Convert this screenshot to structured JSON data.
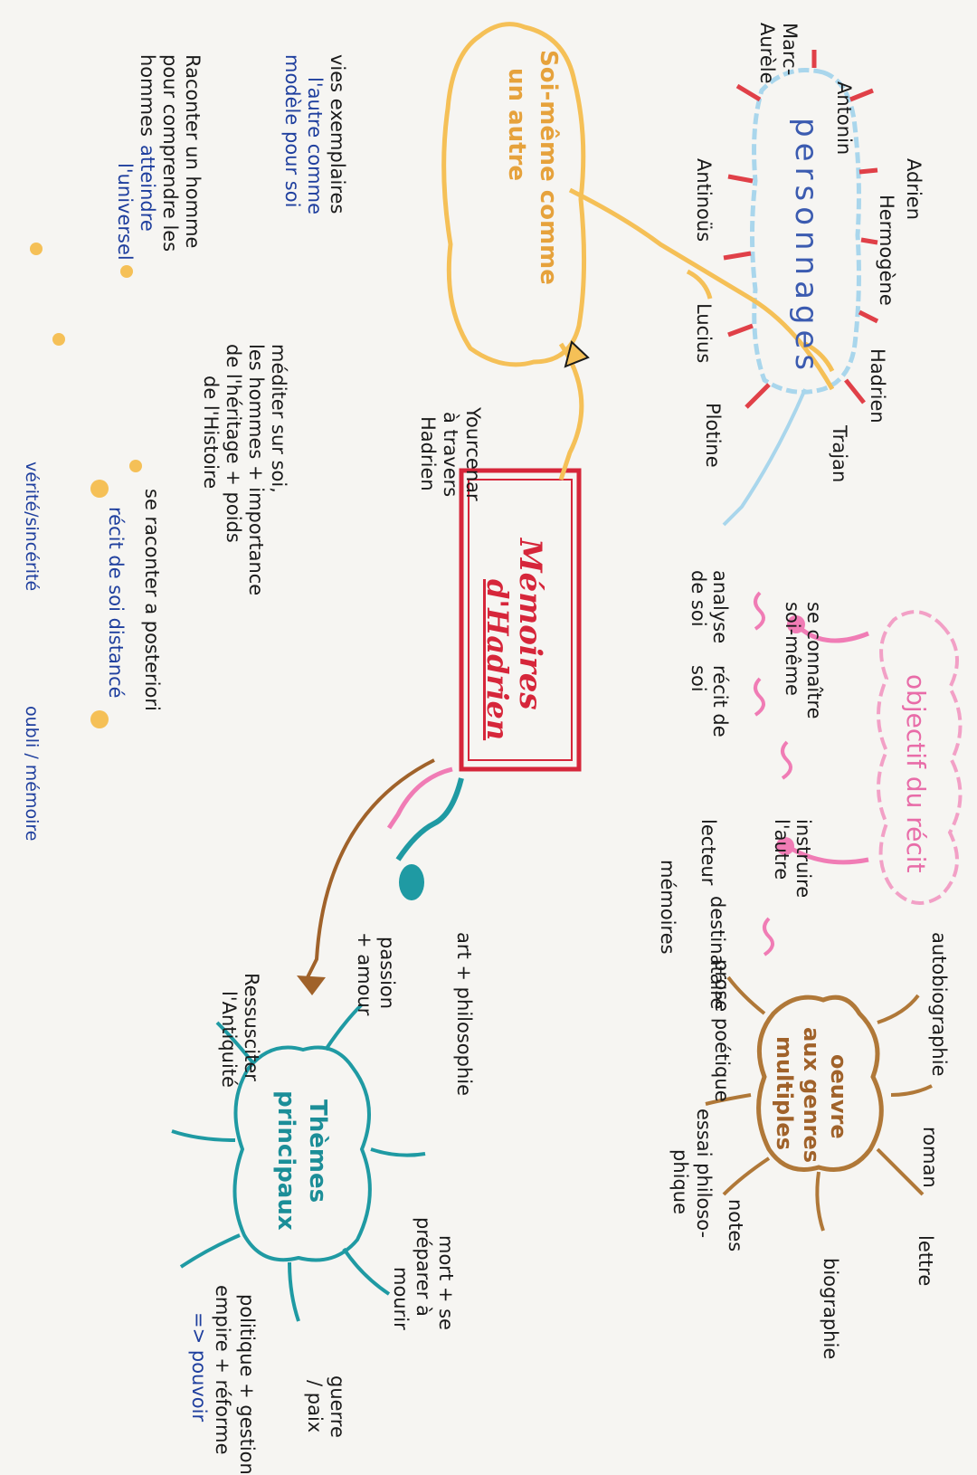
{
  "colors": {
    "center": "#d6263a",
    "pink": "#f2a0c6",
    "brown": "#b07838",
    "teal": "#1f9aa3",
    "yellow": "#f5c057",
    "lightblue": "#a9d6ec",
    "red": "#e04048",
    "text": "#1a1a1a",
    "blue": "#1f3f9e"
  },
  "center": {
    "line1": "Mémoires",
    "line2": "d'Hadrien"
  },
  "objectif": {
    "title": "objectif du récit",
    "items": [
      "se connaître soi-même",
      "analyse de soi",
      "récit de soi",
      "instruire l'autre",
      "lecteur",
      "destinataire"
    ]
  },
  "genres": {
    "title1": "oeuvre",
    "title2": "aux genres",
    "title3": "multiples",
    "items": [
      "autobiographie",
      "roman",
      "lettre",
      "biographie",
      "notes",
      "essai philoso-",
      "phique",
      "prose poétique",
      "mémoires"
    ]
  },
  "themes": {
    "title1": "Thèmes",
    "title2": "principaux",
    "items": [
      "art + philosophie",
      "mort + se",
      "préparer à",
      "mourir",
      "politique + gestion",
      "empire + réforme",
      "=> pouvoir",
      "guerre",
      "/ paix",
      "Ressusciter",
      "l'Antiquité",
      "passion",
      "+ amour"
    ]
  },
  "personnages": {
    "title": "personnages",
    "names": [
      "Adrien",
      "Hermogène",
      "Hadrien",
      "Trajan",
      "Plotine",
      "Lucius",
      "Antinoüs",
      "Antonin",
      "Marc-",
      "Aurèle"
    ]
  },
  "soi": {
    "title1": "Soi-même comme",
    "title2": "un autre",
    "yourcenar": [
      "Yourcenar",
      "à travers",
      "Hadrien"
    ],
    "vies": [
      "vies exemplaires",
      "l'autre comme",
      "modèle pour soi"
    ],
    "raconter": [
      "Raconter un homme",
      "pour comprendre les",
      "hommes",
      "atteindre",
      "l'universel"
    ],
    "mediter": [
      "méditer sur soi,",
      "les hommes + importance",
      "de l'héritage + poids",
      "de l'Histoire"
    ],
    "seraconter": [
      "se raconter a posteriori",
      "récit de soi distancé"
    ],
    "verite": "vérité/sincérité",
    "oubli": "oubli / mémoire"
  }
}
